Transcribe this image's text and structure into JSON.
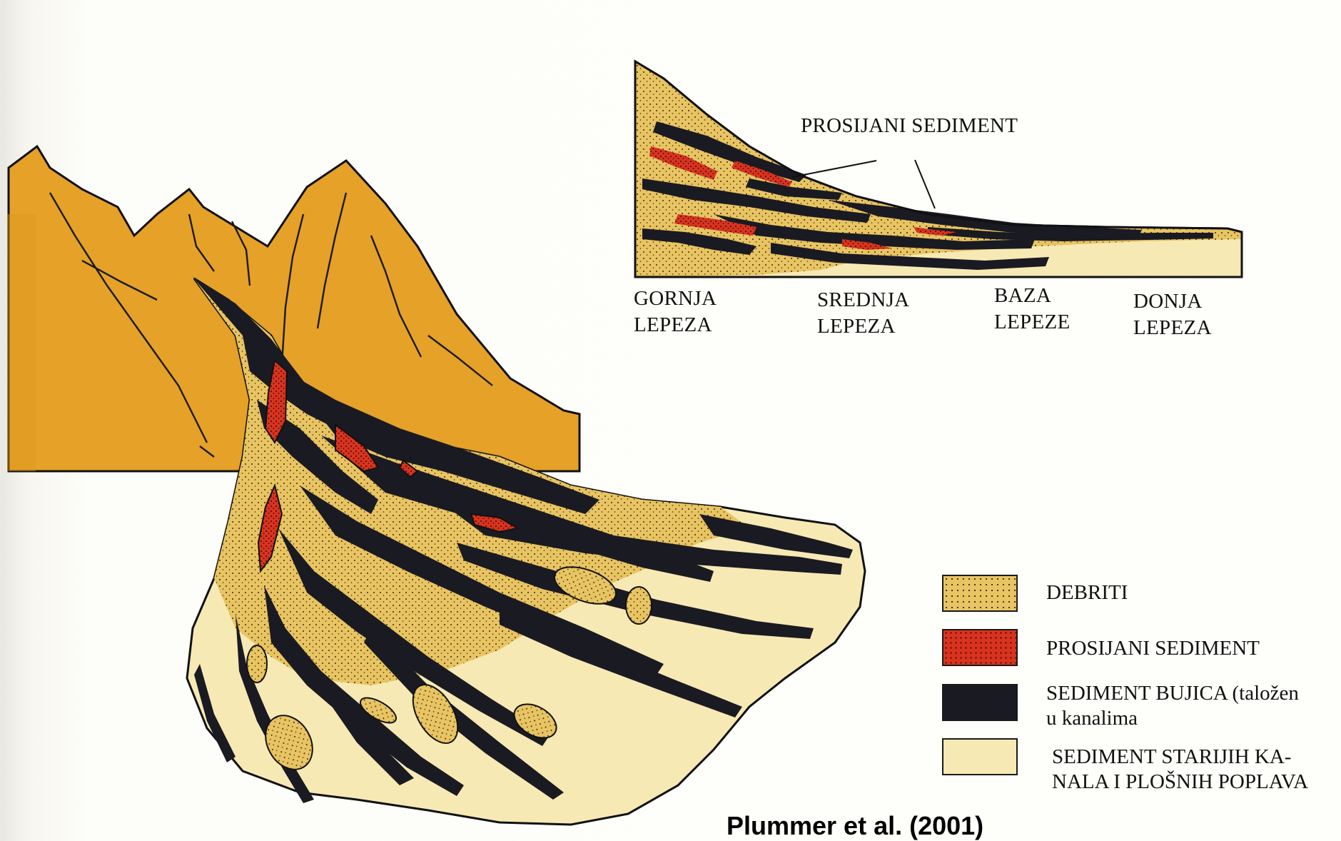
{
  "cross_section": {
    "callout": "PROSIJANI SEDIMENT",
    "zones": [
      {
        "line1": "GORNJA",
        "line2": "LEPEZA"
      },
      {
        "line1": "SREDNJA",
        "line2": "LEPEZA"
      },
      {
        "line1": "BAZA",
        "line2": "LEPEZE"
      },
      {
        "line1": "DONJA",
        "line2": "LEPEZA"
      }
    ]
  },
  "legend": [
    {
      "line1": "DEBRITI",
      "line2": "",
      "color": "#e8c462",
      "pattern": "stippled"
    },
    {
      "line1": "PROSIJANI SEDIMENT",
      "line2": "",
      "color": "#d9331f",
      "pattern": "stippled"
    },
    {
      "line1": "SEDIMENT BUJICA (taložen",
      "line2": "u kanalima",
      "color": "#1a1a22",
      "pattern": "solid"
    },
    {
      "line1": "SEDIMENT STARIJIH KA-",
      "line2": "NALA I PLOŠNIH POPLAVA",
      "color": "#f7e9b4",
      "pattern": "solid"
    }
  ],
  "citation": "Plummer et al. (2001)",
  "colors": {
    "mountain": "#e5a128",
    "debris": "#e8c462",
    "sieve": "#d9331f",
    "channel": "#1a1a22",
    "old_sediment": "#f7e9b4"
  }
}
